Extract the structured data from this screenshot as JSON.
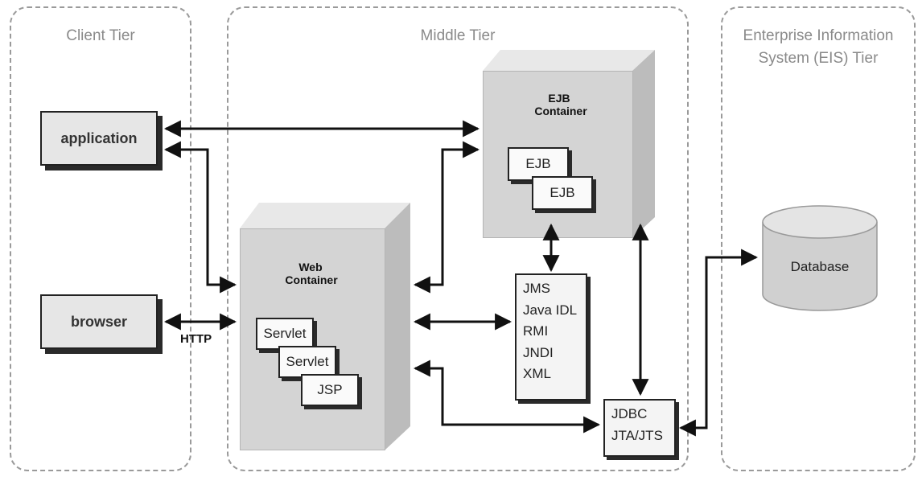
{
  "tiers": {
    "client": "Client Tier",
    "middle": "Middle Tier",
    "eis_line1": "Enterprise Information",
    "eis_line2": "System (EIS) Tier"
  },
  "client": {
    "application": "application",
    "browser": "browser",
    "http": "HTTP"
  },
  "ejb_container": {
    "title_line1": "EJB",
    "title_line2": "Container",
    "components": [
      "EJB",
      "EJB"
    ]
  },
  "web_container": {
    "title_line1": "Web",
    "title_line2": "Container",
    "components": [
      "Servlet",
      "Servlet",
      "JSP"
    ]
  },
  "services": [
    "JMS",
    "Java IDL",
    "RMI",
    "JNDI",
    "XML"
  ],
  "jdbc": [
    "JDBC",
    "JTA/JTS"
  ],
  "database": "Database"
}
